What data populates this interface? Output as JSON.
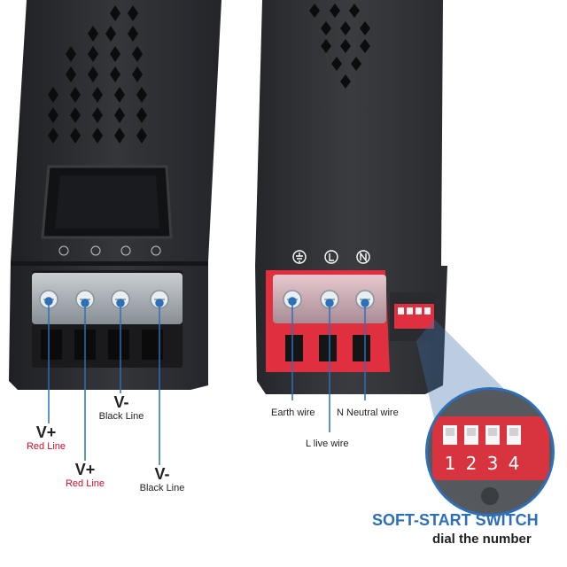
{
  "left_unit": {
    "terminals": [
      {
        "symbol": "V+",
        "wire": "Red Line"
      },
      {
        "symbol": "V+",
        "wire": "Red Line"
      },
      {
        "symbol": "V-",
        "wire": "Black Line"
      },
      {
        "symbol": "V-",
        "wire": "Black Line"
      }
    ]
  },
  "right_unit": {
    "terminals": [
      {
        "label": "Earth wire"
      },
      {
        "label": "L  live wire"
      },
      {
        "label": "N  Neutral wire"
      }
    ],
    "switch_numbers": [
      "1",
      "2",
      "3",
      "4"
    ]
  },
  "callout": {
    "title": "SOFT-START SWITCH",
    "subtitle": "dial the number"
  },
  "colors": {
    "housing": "#2c2d30",
    "terminal_red": "#e03040",
    "accent_blue": "#2d6fb8",
    "label_red": "#c8102e"
  }
}
